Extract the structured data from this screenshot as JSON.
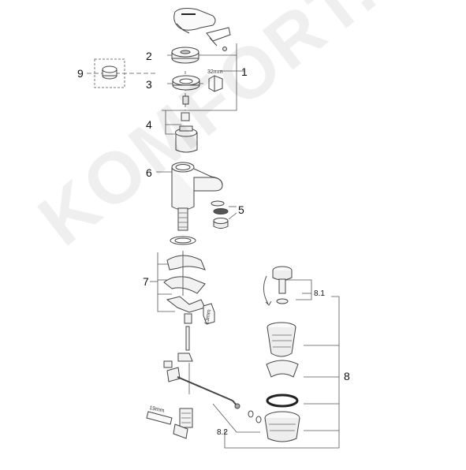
{
  "labels": {
    "p1": "1",
    "p2": "2",
    "p3": "3",
    "p4": "4",
    "p5": "5",
    "p6": "6",
    "p7": "7",
    "p8": "8",
    "p8_1": "8.1",
    "p8_2": "8.2",
    "p9": "9"
  },
  "dimensions": {
    "d32": "32mm",
    "d13": "13mm",
    "d19": "19mm"
  },
  "watermark": "KOMFORT.RU",
  "colors": {
    "line": "#444444",
    "part_fill": "#f2f2f2",
    "dark": "#222222",
    "watermark": "#000000"
  }
}
